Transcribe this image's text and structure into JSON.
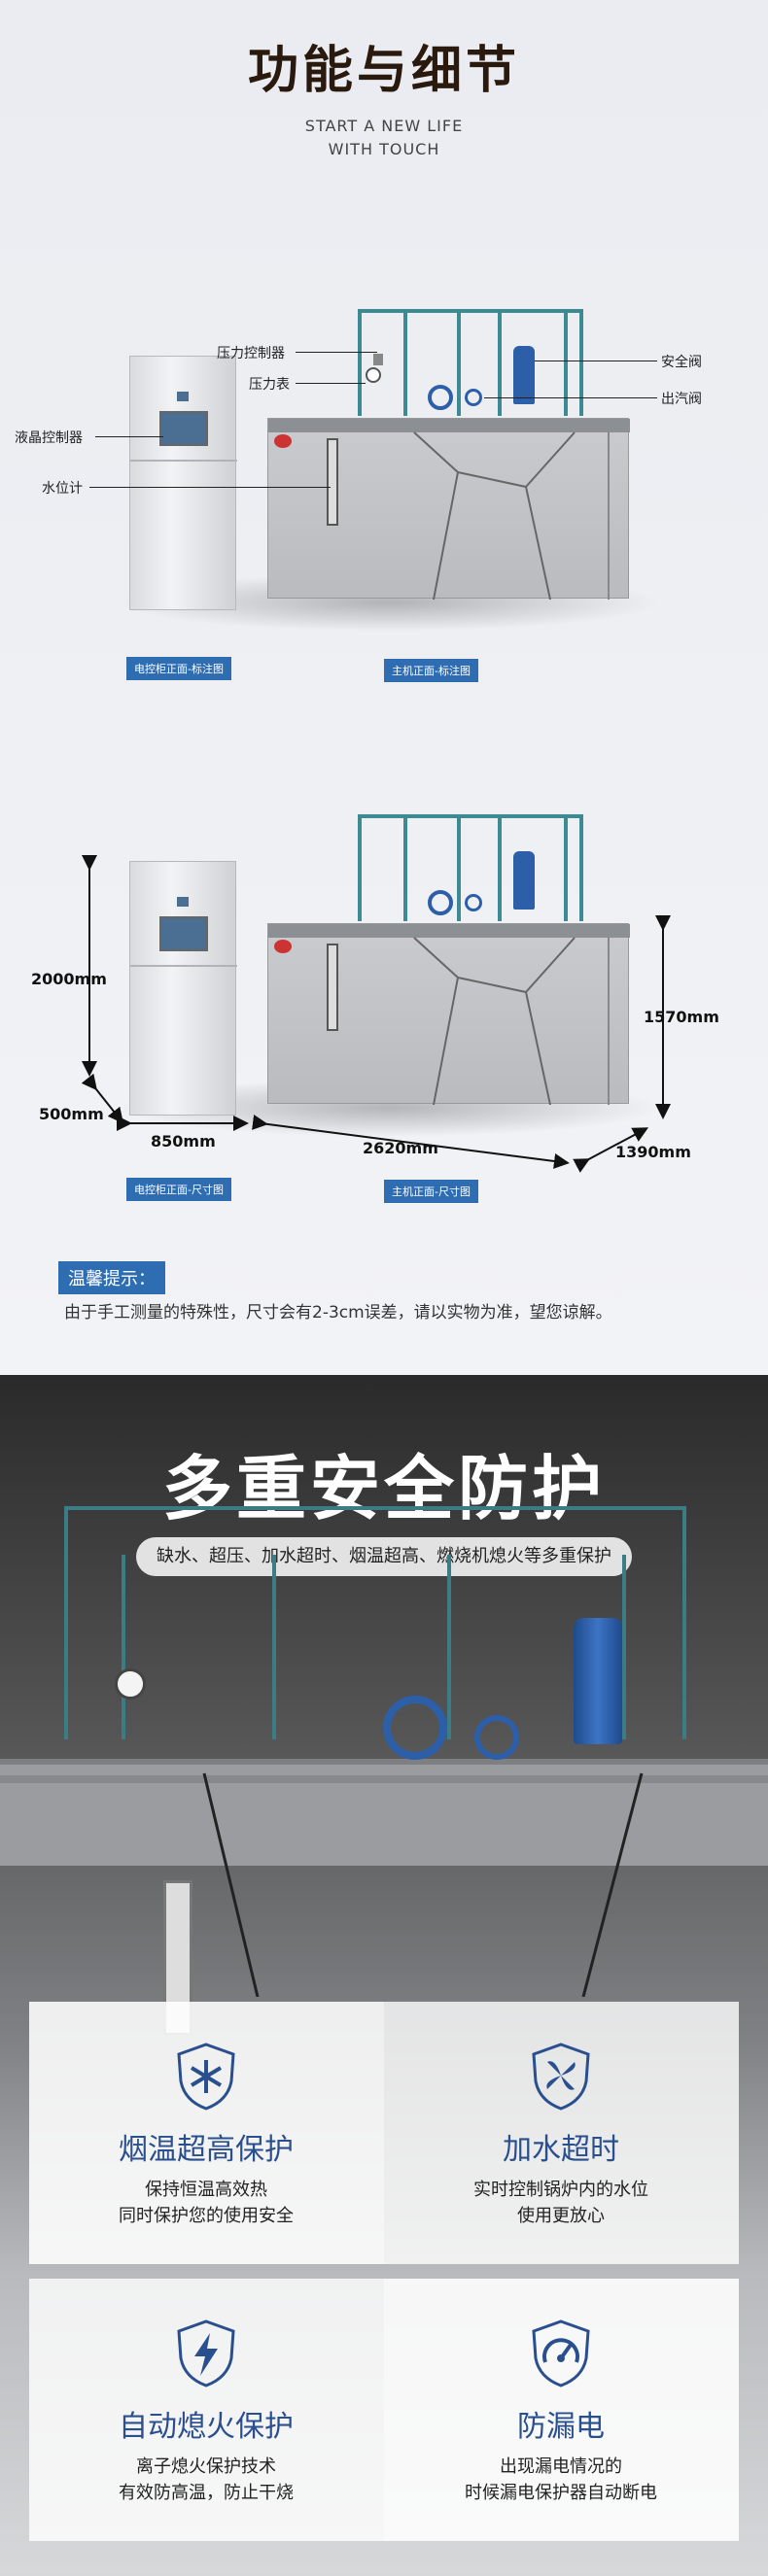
{
  "header": {
    "title": "功能与细节",
    "subtitle_line1": "START A NEW LIFE",
    "subtitle_line2": "WITH TOUCH"
  },
  "diagram1": {
    "labels": {
      "pressure_controller": "压力控制器",
      "pressure_gauge": "压力表",
      "lcd_controller": "液晶控制器",
      "water_gauge": "水位计",
      "safety_valve": "安全阀",
      "steam_valve": "出汽阀"
    },
    "tags": {
      "cabinet_front": "电控柜正面-标注图",
      "main_front": "主机正面-标注图"
    }
  },
  "diagram2": {
    "dims": {
      "cabinet_height": "2000mm",
      "cabinet_depth": "500mm",
      "cabinet_width": "850mm",
      "main_width": "2620mm",
      "main_height": "1570mm",
      "main_depth": "1390mm"
    },
    "tags": {
      "cabinet_front": "电控柜正面-尺寸图",
      "main_front": "主机正面-尺寸图"
    }
  },
  "notice": {
    "label": "温馨提示：",
    "text": "由于手工测量的特殊性，尺寸会有2-3cm误差，请以实物为准，望您谅解。"
  },
  "protection": {
    "title": "多重安全防护",
    "summary": "缺水、超压、加水超时、烟温超高、燃烧机熄火等多重保护",
    "cards": [
      {
        "icon": "snowflake-shield-icon",
        "title": "烟温超高保护",
        "line1": "保持恒温高效热",
        "line2": "同时保护您的使用安全"
      },
      {
        "icon": "fan-shield-icon",
        "title": "加水超时",
        "line1": "实时控制锅炉内的水位",
        "line2": "使用更放心"
      },
      {
        "icon": "lightning-shield-icon",
        "title": "自动熄火保护",
        "line1": "离子熄火保护技术",
        "line2": "有效防高温，防止干烧"
      },
      {
        "icon": "gauge-shield-icon",
        "title": "防漏电",
        "line1": "出现漏电情况的",
        "line2": "时候漏电保护器自动断电"
      }
    ]
  },
  "colors": {
    "accent_blue": "#2f6db3",
    "card_title": "#2a4f8f",
    "pipe_teal": "#3d8a93",
    "valve_blue": "#2d5fa8"
  }
}
